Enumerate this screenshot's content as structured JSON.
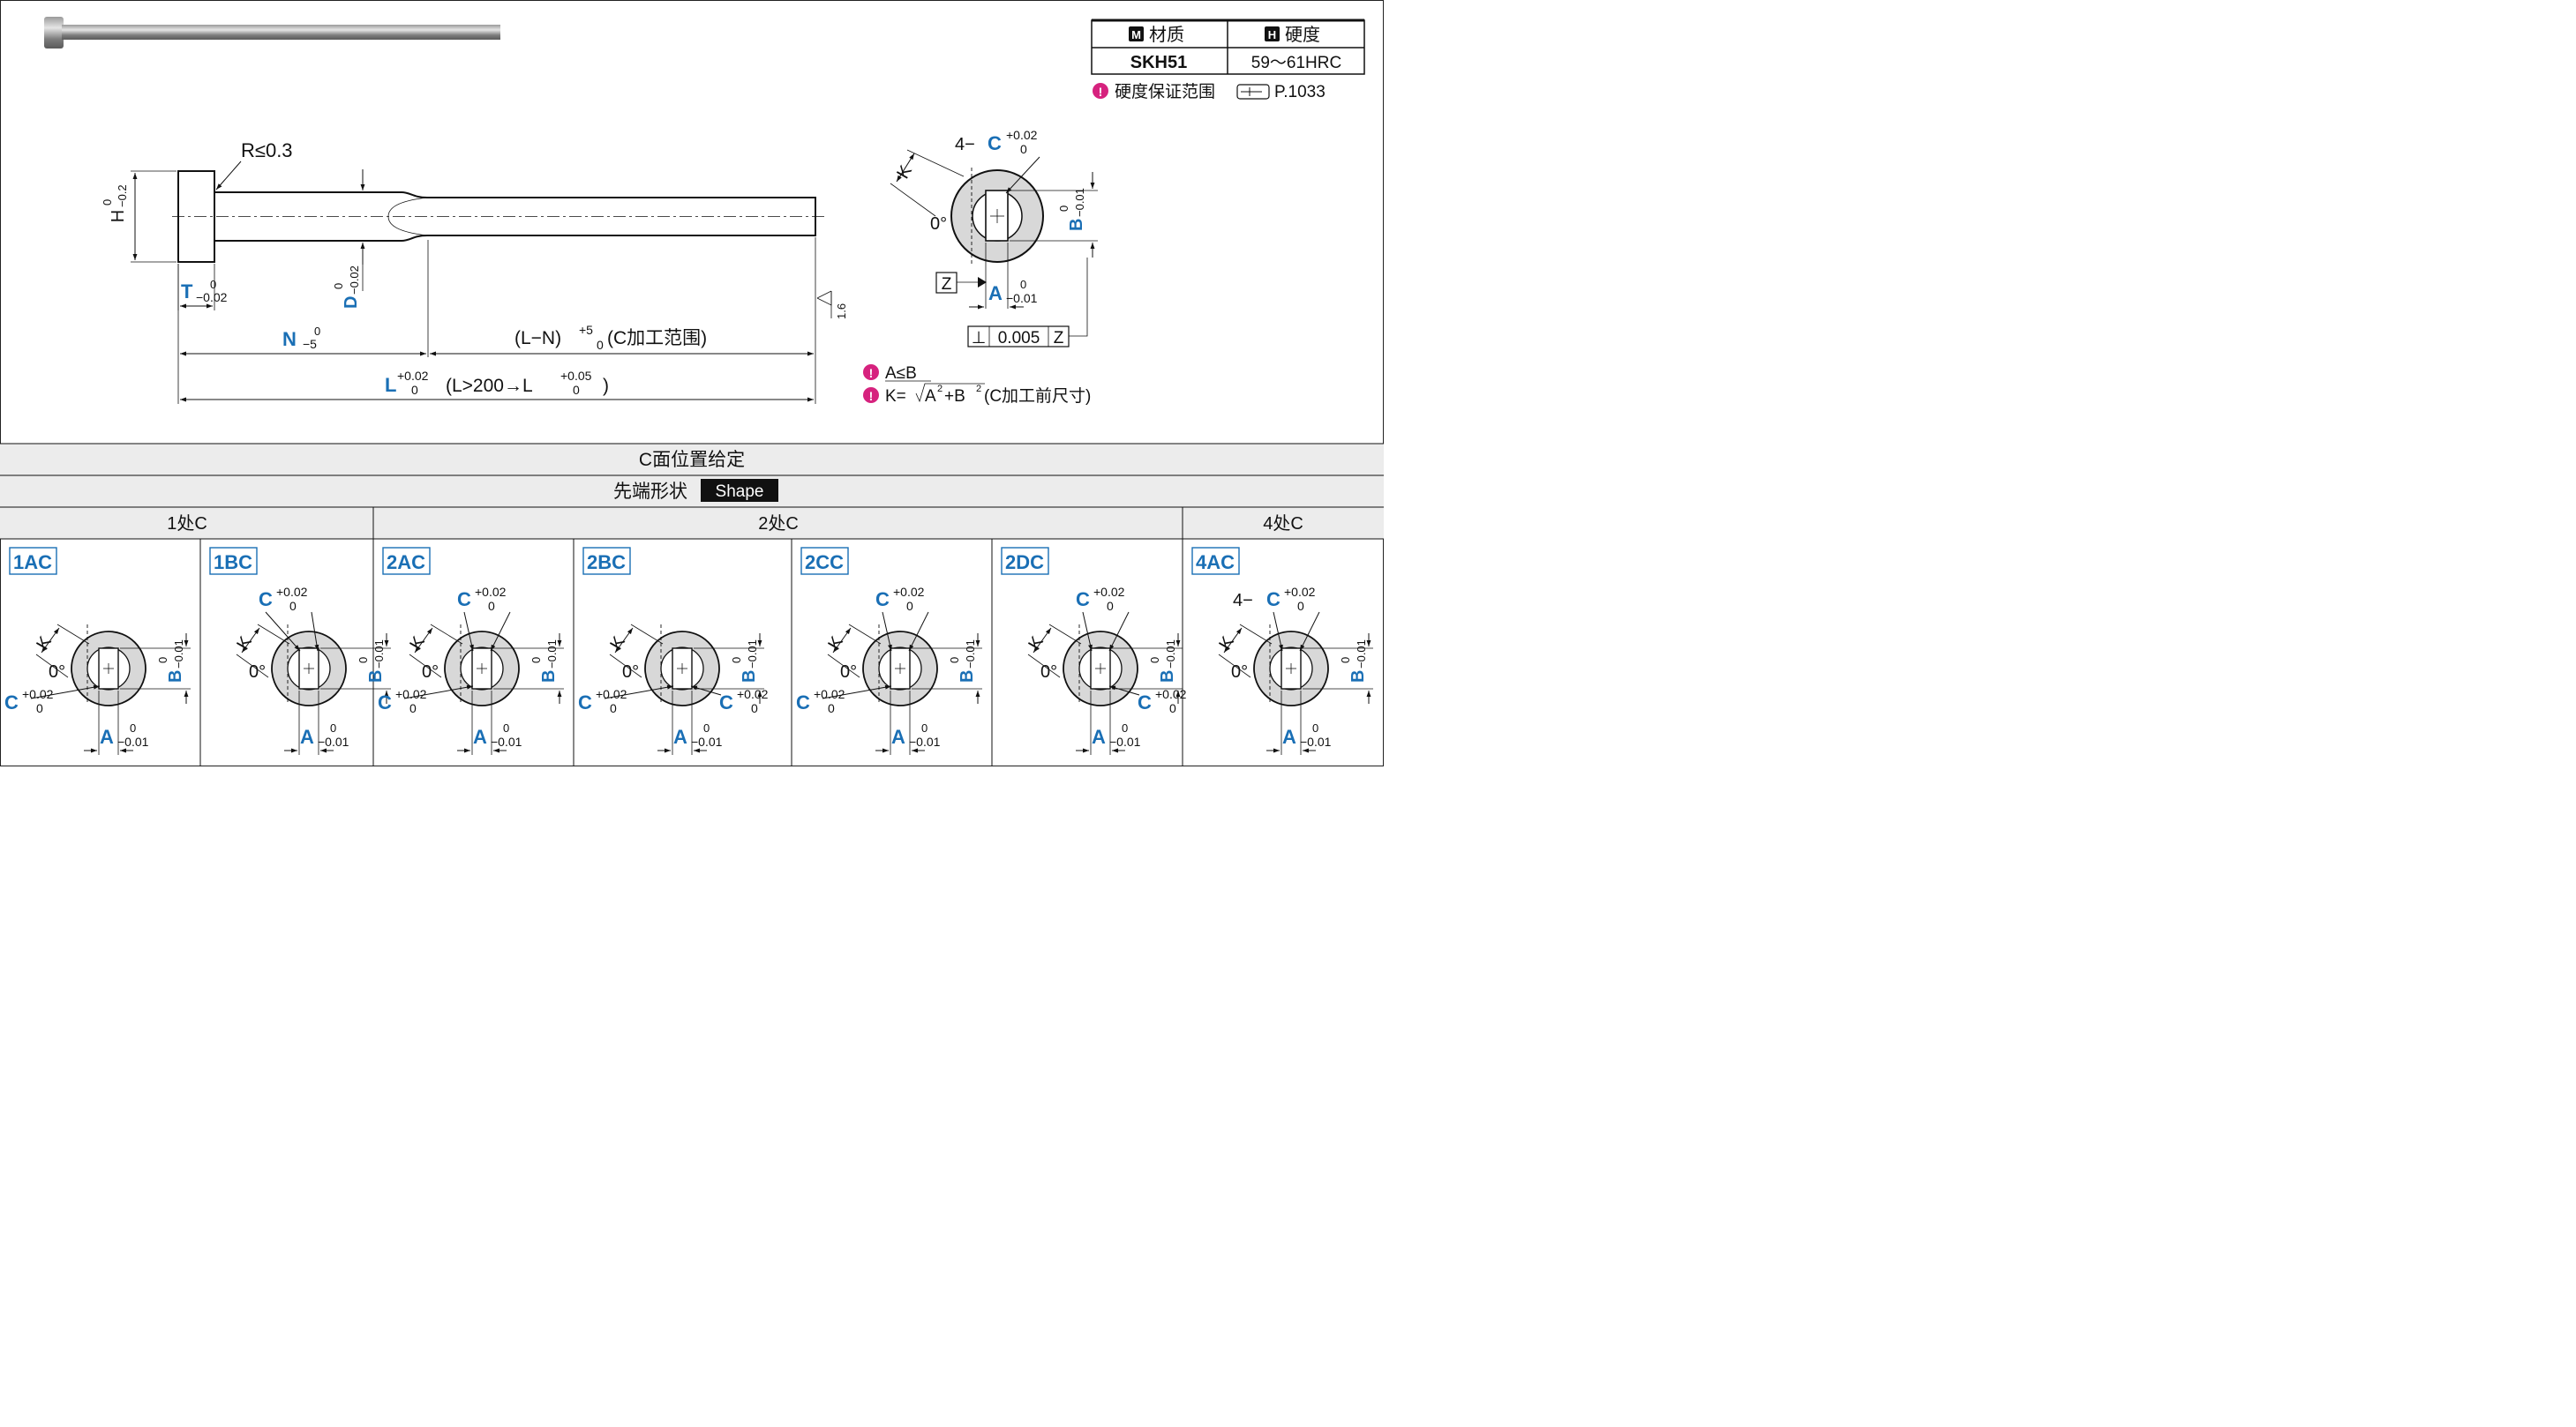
{
  "spec_table": {
    "material_badge": "M",
    "material_header": "材质",
    "hardness_badge": "H",
    "hardness_header": "硬度",
    "material_value": "SKH51",
    "hardness_value": "59～61HRC",
    "note_text": "硬度保证范围",
    "page_ref": "P.1033"
  },
  "main_drawing": {
    "radius_label": "R≤0.3",
    "h_label": "H",
    "h_tol_upper": "0",
    "h_tol_lower": "−0.2",
    "t_label": "T",
    "t_tol_upper": "0",
    "t_tol_lower": "−0.02",
    "d_label": "D",
    "d_tol_upper": "0",
    "d_tol_lower": "−0.02",
    "n_label": "N",
    "n_tol_upper": "0",
    "n_tol_lower": "−5",
    "ln_label": "(L−N)",
    "ln_tol_upper": "+5",
    "ln_tol_lower": "0",
    "ln_note": "(C加工范围)",
    "l_label": "L",
    "l_tol_upper": "+0.02",
    "l_tol_lower": "0",
    "l_note_a": "(L>200→L",
    "l_note_tol_upper": "+0.05",
    "l_note_tol_lower": "0",
    "l_note_b": ")",
    "roughness": "1.6"
  },
  "end_view": {
    "c_prefix": "4−",
    "c_label": "C",
    "c_tol_upper": "+0.02",
    "c_tol_lower": "0",
    "k_label": "K",
    "zero_label": "0°",
    "b_label": "B",
    "b_tol_upper": "0",
    "b_tol_lower": "−0.01",
    "a_label": "A",
    "a_tol_upper": "0",
    "a_tol_lower": "−0.01",
    "datum": "Z",
    "perp_symbol": "⊥",
    "perp_value": "0.005",
    "perp_datum": "Z"
  },
  "notes": {
    "note1": "A≤B",
    "note2_a": "K=",
    "note2_b": "A",
    "note2_c": "+B",
    "note2_sup": "2",
    "note2_d": "(C加工前尺寸)"
  },
  "shape_table": {
    "title": "C面位置给定",
    "subtitle": "先端形状",
    "subtitle_badge": "Shape",
    "group_1": "1处C",
    "group_2": "2处C",
    "group_4": "4处C",
    "cells": [
      {
        "code": "1AC",
        "c_prefix": ""
      },
      {
        "code": "1BC",
        "c_prefix": ""
      },
      {
        "code": "2AC",
        "c_prefix": ""
      },
      {
        "code": "2BC",
        "c_prefix": ""
      },
      {
        "code": "2CC",
        "c_prefix": ""
      },
      {
        "code": "2DC",
        "c_prefix": ""
      },
      {
        "code": "4AC",
        "c_prefix": "4−"
      }
    ],
    "k_label": "K",
    "zero_label": "0°",
    "c_label": "C",
    "c_tol_upper": "+0.02",
    "c_tol_lower": "0",
    "a_label": "A",
    "a_tol_upper": "0",
    "a_tol_lower": "−0.01",
    "b_label": "B",
    "b_tol_upper": "0",
    "b_tol_lower": "−0.01"
  },
  "colors": {
    "accent_blue": "#1a6fb5",
    "warning_magenta": "#d6227e",
    "header_gray": "#ececec",
    "fill_gray": "#d8d8d8"
  }
}
